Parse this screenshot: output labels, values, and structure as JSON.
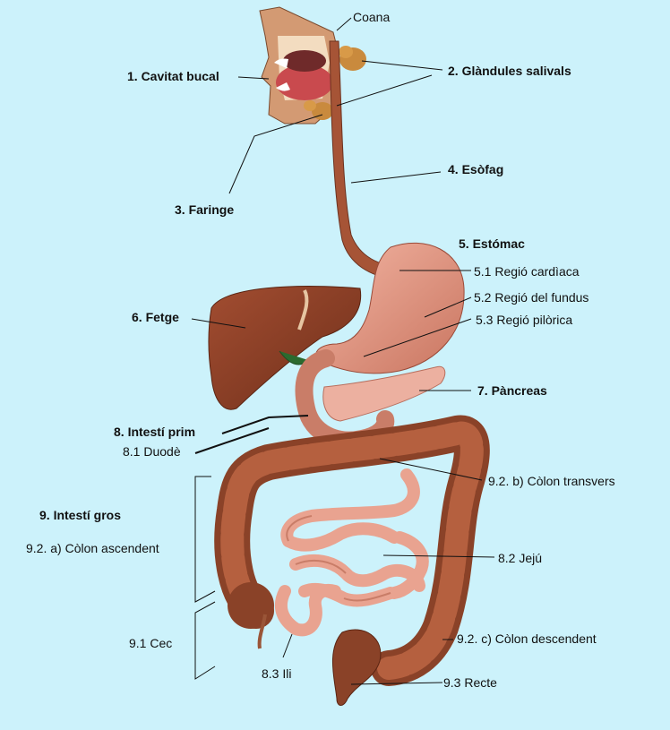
{
  "colors": {
    "background": "#ccf2fb",
    "organ_dark": "#8a4228",
    "organ_mid": "#b5603f",
    "organ_light": "#e9a390",
    "line": "#111111"
  },
  "labels": {
    "coana": "Coana",
    "cavitat_bucal": "1. Cavitat bucal",
    "glandules_salivals": "2. Glàndules salivals",
    "faringe": "3. Faringe",
    "esofag": "4. Esòfag",
    "estomac": "5. Estómac",
    "regio_cardiaca": "5.1 Regió cardìaca",
    "regio_fundus": "5.2 Regió del fundus",
    "regio_pilorica": "5.3 Regió pilòrica",
    "fetge": "6. Fetge",
    "pancreas": "7. Pàncreas",
    "intesti_prim": "8. Intestí prim",
    "duode": "8.1 Duodè",
    "colon_transvers": "9.2. b) Còlon transvers",
    "intesti_gros": "9. Intestí gros",
    "colon_ascendent": "9.2. a) Còlon ascendent",
    "jeju": "8.2 Jejú",
    "cec": "9.1 Cec",
    "colon_descendent": "9.2. c) Còlon descendent",
    "ili": "8.3 Ili",
    "recte": "9.3 Recte"
  }
}
